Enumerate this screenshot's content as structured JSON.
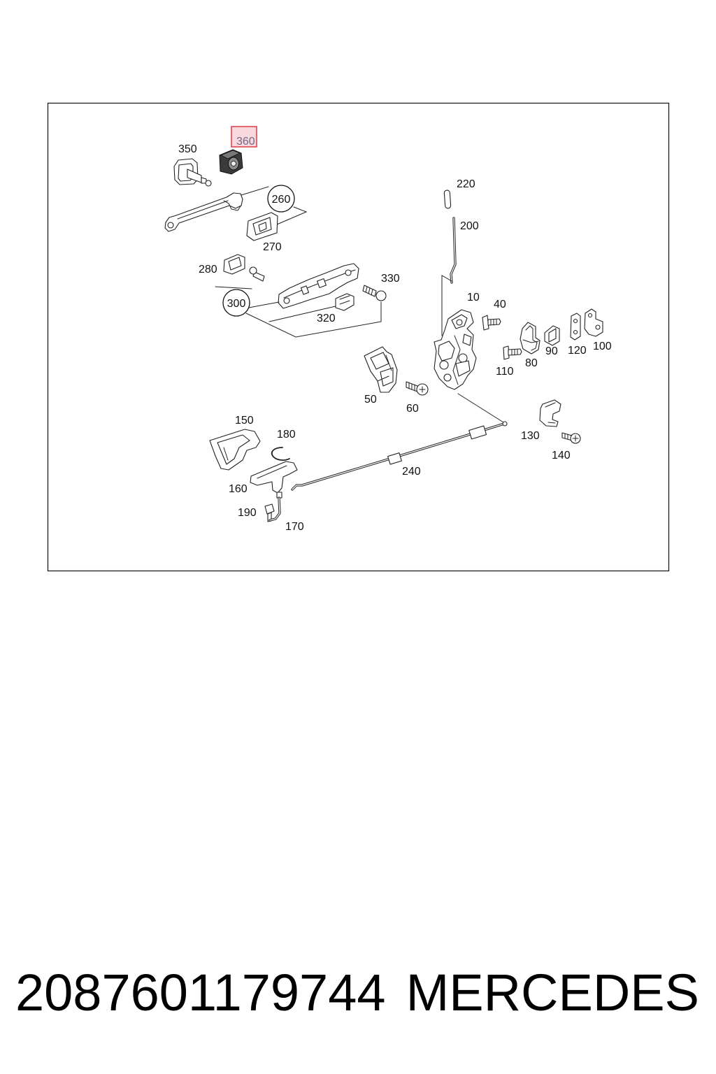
{
  "diagram": {
    "callouts": [
      {
        "label": "350"
      },
      {
        "label": "360",
        "highlighted": true
      },
      {
        "label": "260",
        "circled": true
      },
      {
        "label": "270"
      },
      {
        "label": "220"
      },
      {
        "label": "200"
      },
      {
        "label": "280"
      },
      {
        "label": "330"
      },
      {
        "label": "300",
        "circled": true
      },
      {
        "label": "320"
      },
      {
        "label": "10"
      },
      {
        "label": "40"
      },
      {
        "label": "90"
      },
      {
        "label": "120"
      },
      {
        "label": "100"
      },
      {
        "label": "110"
      },
      {
        "label": "80"
      },
      {
        "label": "50"
      },
      {
        "label": "60"
      },
      {
        "label": "150"
      },
      {
        "label": "180"
      },
      {
        "label": "130"
      },
      {
        "label": "140"
      },
      {
        "label": "240"
      },
      {
        "label": "160"
      },
      {
        "label": "190"
      },
      {
        "label": "170"
      }
    ]
  },
  "footer": {
    "part_number": "2087601179744",
    "brand": "MERCEDES"
  },
  "colors": {
    "line": "#222222",
    "text": "#111111",
    "highlight_border": "#e03a44",
    "highlight_fill": "#f9d8de",
    "highlight_text": "#6e6a86"
  }
}
